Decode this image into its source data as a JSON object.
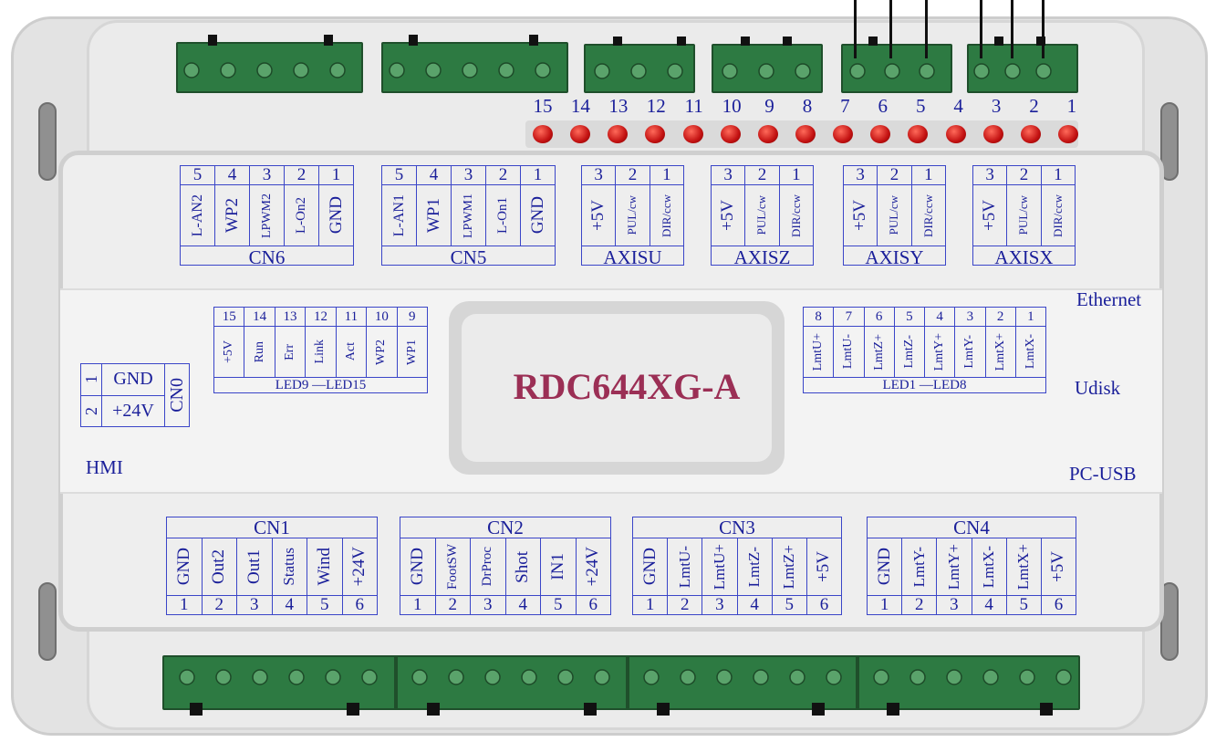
{
  "model": "RDC644XG-A",
  "side_labels": {
    "ethernet": "Ethernet",
    "udisk": "Udisk",
    "pcusb": "PC-USB",
    "hmi": "HMI"
  },
  "top_leds": [
    "15",
    "14",
    "13",
    "12",
    "11",
    "10",
    "9",
    "8",
    "7",
    "6",
    "5",
    "4",
    "3",
    "2",
    "1"
  ],
  "top_connectors": [
    {
      "name": "CN6",
      "pins": [
        "5",
        "4",
        "3",
        "2",
        "1"
      ],
      "signals": [
        "L-AN2",
        "WP2",
        "LPWM2",
        "L-On2",
        "GND"
      ]
    },
    {
      "name": "CN5",
      "pins": [
        "5",
        "4",
        "3",
        "2",
        "1"
      ],
      "signals": [
        "L-AN1",
        "WP1",
        "LPWM1",
        "L-On1",
        "GND"
      ]
    },
    {
      "name": "AXISU",
      "pins": [
        "3",
        "2",
        "1"
      ],
      "signals": [
        "+5V",
        "PUL/cw",
        "DIR/ccw"
      ]
    },
    {
      "name": "AXISZ",
      "pins": [
        "3",
        "2",
        "1"
      ],
      "signals": [
        "+5V",
        "PUL/cw",
        "DIR/ccw"
      ]
    },
    {
      "name": "AXISY",
      "pins": [
        "3",
        "2",
        "1"
      ],
      "signals": [
        "+5V",
        "PUL/cw",
        "DIR/ccw"
      ]
    },
    {
      "name": "AXISX",
      "pins": [
        "3",
        "2",
        "1"
      ],
      "signals": [
        "+5V",
        "PUL/cw",
        "DIR/ccw"
      ]
    }
  ],
  "led9_15": {
    "title": "LED9 —LED15",
    "pins": [
      "15",
      "14",
      "13",
      "12",
      "11",
      "10",
      "9"
    ],
    "signals": [
      "+5V",
      "Run",
      "Err",
      "Link",
      "Act",
      "WP2",
      "WP1"
    ]
  },
  "led1_8": {
    "title": "LED1 —LED8",
    "pins": [
      "8",
      "7",
      "6",
      "5",
      "4",
      "3",
      "2",
      "1"
    ],
    "signals": [
      "LmtU+",
      "LmtU-",
      "LmtZ+",
      "LmtZ-",
      "LmtY+",
      "LmtY-",
      "LmtX+",
      "LmtX-"
    ]
  },
  "cn0": {
    "name": "CN0",
    "pins": [
      "1",
      "2"
    ],
    "signals": [
      "GND",
      "+24V"
    ]
  },
  "bottom_connectors": [
    {
      "name": "CN1",
      "signals": [
        "GND",
        "Out2",
        "Out1",
        "Status",
        "Wind",
        "+24V"
      ],
      "pins": [
        "1",
        "2",
        "3",
        "4",
        "5",
        "6"
      ]
    },
    {
      "name": "CN2",
      "signals": [
        "GND",
        "FootSW",
        "DrProc",
        "Shot",
        "IN1",
        "+24V"
      ],
      "pins": [
        "1",
        "2",
        "3",
        "4",
        "5",
        "6"
      ]
    },
    {
      "name": "CN3",
      "signals": [
        "GND",
        "LmtU-",
        "LmtU+",
        "LmtZ-",
        "LmtZ+",
        "+5V"
      ],
      "pins": [
        "1",
        "2",
        "3",
        "4",
        "5",
        "6"
      ]
    },
    {
      "name": "CN4",
      "signals": [
        "GND",
        "LmtY-",
        "LmtY+",
        "LmtX-",
        "LmtX+",
        "+5V"
      ],
      "pins": [
        "1",
        "2",
        "3",
        "4",
        "5",
        "6"
      ]
    }
  ],
  "colors": {
    "label_blue": "#1a1f9a",
    "model_text": "#9b2f55",
    "terminal_green": "#2d7a42",
    "led_red": "#c31212",
    "board_gray": "#e3e3e3"
  }
}
